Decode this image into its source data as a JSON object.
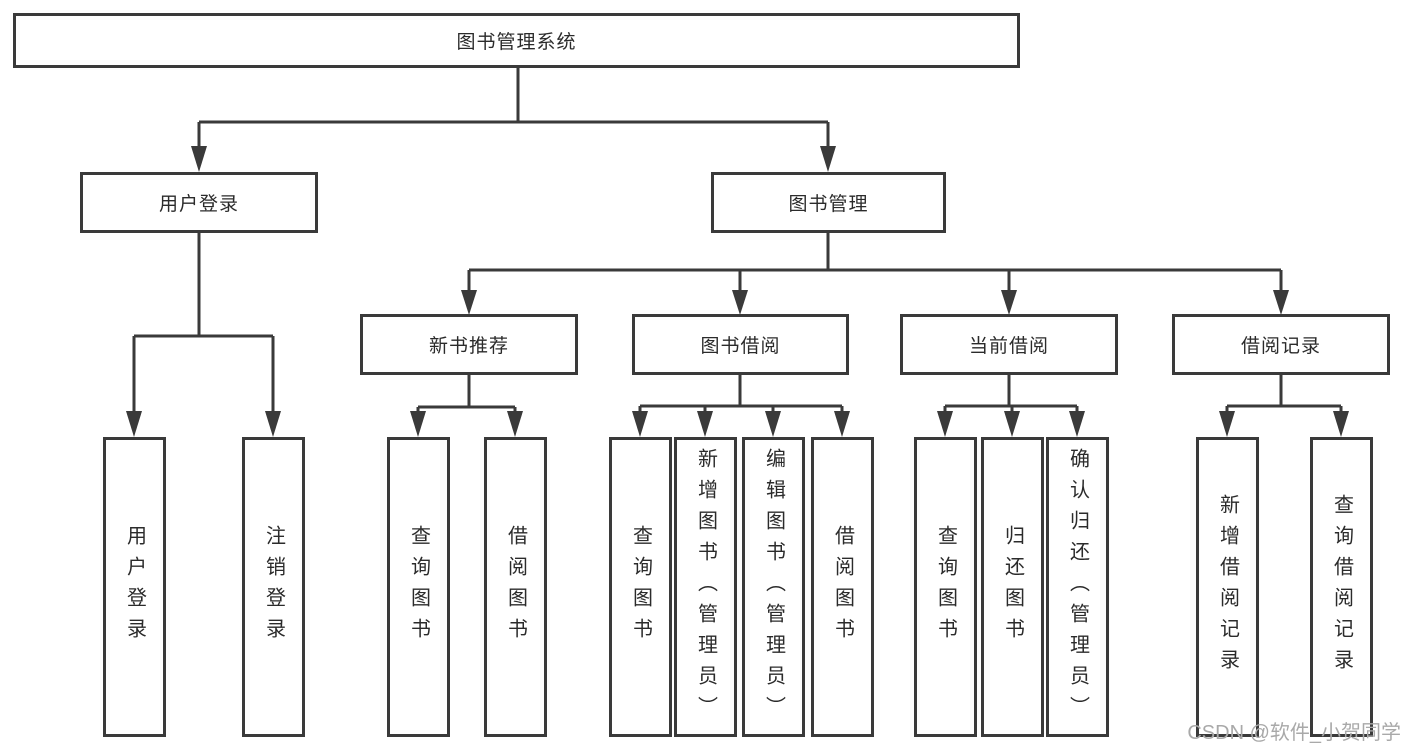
{
  "diagram": {
    "title": "图书管理系统",
    "root": "图书管理系统",
    "level2": [
      "用户登录",
      "图书管理"
    ],
    "level3": [
      "新书推荐",
      "图书借阅",
      "当前借阅",
      "借阅记录"
    ],
    "leaves": [
      "用户登录",
      "注销登录",
      "查询图书",
      "借阅图书",
      "查询图书",
      "新增图书（管理员）",
      "编辑图书（管理员）",
      "借阅图书",
      "查询图书",
      "归还图书",
      "确认归还（管理员）",
      "新增借阅记录",
      "查询借阅记录"
    ],
    "structure": {
      "图书管理系统": [
        "用户登录",
        "图书管理"
      ],
      "用户登录": [
        "用户登录",
        "注销登录"
      ],
      "图书管理": [
        "新书推荐",
        "图书借阅",
        "当前借阅",
        "借阅记录"
      ],
      "新书推荐": [
        "查询图书",
        "借阅图书"
      ],
      "图书借阅": [
        "查询图书",
        "新增图书（管理员）",
        "编辑图书（管理员）",
        "借阅图书"
      ],
      "当前借阅": [
        "查询图书",
        "归还图书",
        "确认归还（管理员）"
      ],
      "借阅记录": [
        "新增借阅记录",
        "查询借阅记录"
      ]
    }
  },
  "watermark": "CSDN @软件_小贺同学",
  "colors": {
    "line": "#3a3a3a",
    "box_border": "#3a3a3a",
    "text": "#2b2b2b",
    "watermark": "#a9a9a9",
    "background": "#ffffff"
  }
}
